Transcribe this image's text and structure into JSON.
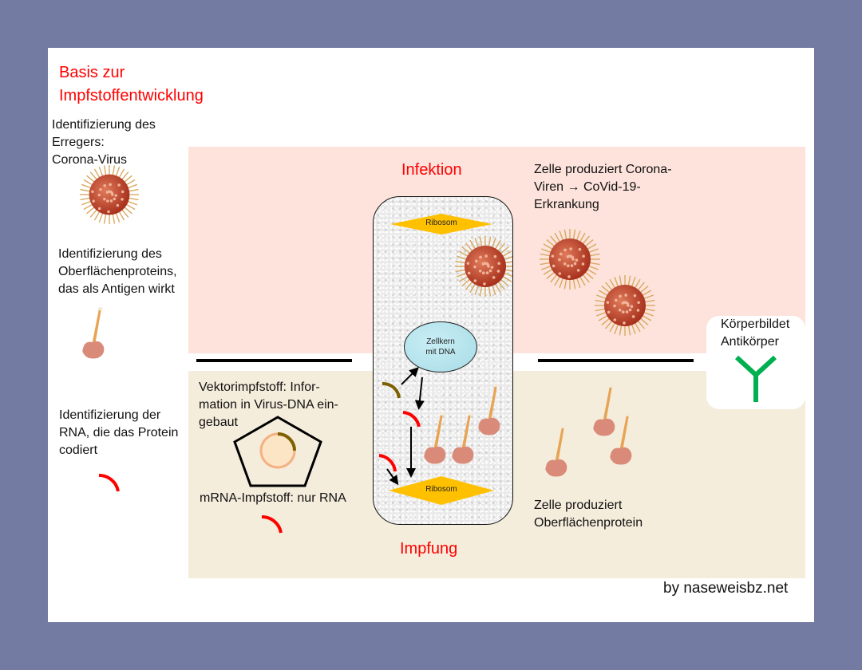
{
  "title": "Basis zur\nImpfstoffentwicklung",
  "left_column": {
    "step1": "Identifizierung des\nErregers:\nCorona-Virus",
    "step2": "Identifizierung des\nOberflächenproteins,\ndas als Antigen wirkt",
    "step3": "Identifizierung der\nRNA, die das Protein\ncodiert"
  },
  "infection": {
    "label": "Infektion",
    "result_text": "Zelle produziert Corona-\nViren → CoVid-19-\nErkrankung"
  },
  "vaccination": {
    "label": "Impfung",
    "vector_vaccine_text": "Vektorimpfstoff: Infor-\nmation in Virus-DNA ein-\ngebaut",
    "mrna_vaccine_text": "mRNA-Impfstoff: nur RNA",
    "result_text": "Zelle produziert\nOberflächenprotein"
  },
  "cell": {
    "ribosome_top_label": "Ribosom",
    "ribosome_bottom_label": "Ribosom",
    "nucleus_line1": "Zellkern",
    "nucleus_line2": "mit DNA"
  },
  "antibody": {
    "text": "Körperbildet\nAntikörper"
  },
  "credit": "by naseweisbz.net",
  "colors": {
    "background": "#747ba3",
    "infection_band": "#fde3dc",
    "vaccination_band": "#f5eddc",
    "title_red": "#ff0000",
    "ribosome": "#ffc000",
    "rna": "#ff0000",
    "dna_vector": "#7f6000",
    "antibody": "#00b050"
  }
}
